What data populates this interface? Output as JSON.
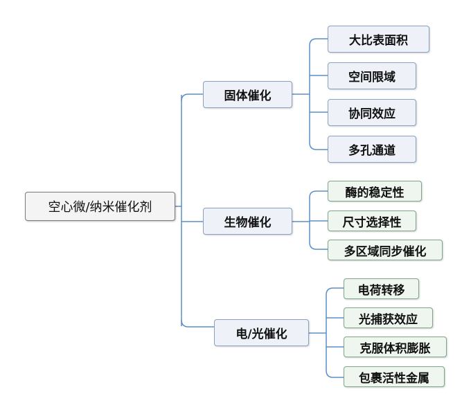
{
  "root": {
    "label": "空心微/纳米催化剂"
  },
  "branches": [
    {
      "label": "固体催化",
      "children": [
        "大比表面积",
        "空间限域",
        "协同效应",
        "多孔通道"
      ]
    },
    {
      "label": "生物催化",
      "children": [
        "酶的稳定性",
        "尺寸选择性",
        "多区域同步催化"
      ]
    },
    {
      "label": "电/光催化",
      "children": [
        "电荷转移",
        "光捕获效应",
        "克服体积膨胀",
        "包裹活性金属"
      ]
    }
  ],
  "colors": {
    "line": "#5b8dc9",
    "blue_border": "#8aa1c0",
    "green_border": "#7fa487"
  }
}
